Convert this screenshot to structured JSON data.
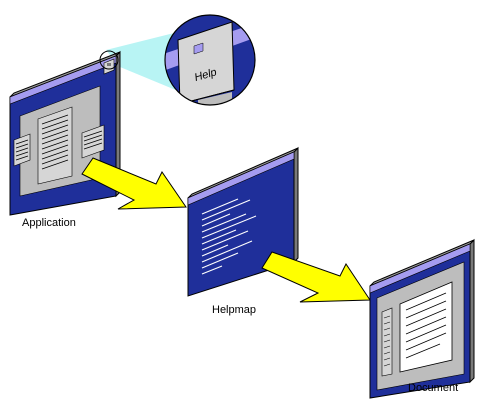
{
  "labels": {
    "application": "Application",
    "helpmap": "Helpmap",
    "document": "Document",
    "help_button": "Help"
  },
  "colors": {
    "window_blue": "#1f2f9a",
    "title_lavender": "#a59cf0",
    "frame_gray": "#bdbdbd",
    "content_gray": "#d6d6d6",
    "arrow_yellow": "#ffff00",
    "magnifier_beam": "#b8f4f4"
  },
  "icons": [
    "application-window-icon",
    "helpmap-window-icon",
    "document-window-icon",
    "help-magnifier-icon",
    "arrow-icon"
  ]
}
